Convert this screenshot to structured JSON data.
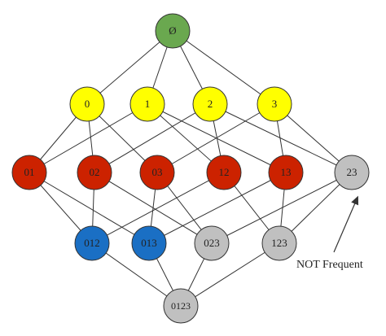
{
  "diagram": {
    "nodes": [
      {
        "id": "empty",
        "label": "Ø",
        "color": "#6aa84f"
      },
      {
        "id": "0",
        "label": "0",
        "color": "#ffff00"
      },
      {
        "id": "1",
        "label": "1",
        "color": "#ffff00"
      },
      {
        "id": "2",
        "label": "2",
        "color": "#ffff00"
      },
      {
        "id": "3",
        "label": "3",
        "color": "#ffff00"
      },
      {
        "id": "01",
        "label": "01",
        "color": "#cc2200"
      },
      {
        "id": "02",
        "label": "02",
        "color": "#cc2200"
      },
      {
        "id": "03",
        "label": "03",
        "color": "#cc2200"
      },
      {
        "id": "12",
        "label": "12",
        "color": "#cc2200"
      },
      {
        "id": "13",
        "label": "13",
        "color": "#cc2200"
      },
      {
        "id": "23",
        "label": "23",
        "color": "#c0c0c0"
      },
      {
        "id": "012",
        "label": "012",
        "color": "#1a6fc4"
      },
      {
        "id": "013",
        "label": "013",
        "color": "#1a6fc4"
      },
      {
        "id": "023",
        "label": "023",
        "color": "#c0c0c0"
      },
      {
        "id": "123",
        "label": "123",
        "color": "#c0c0c0"
      },
      {
        "id": "0123",
        "label": "0123",
        "color": "#c0c0c0"
      }
    ],
    "edges": [
      [
        "empty",
        "0"
      ],
      [
        "empty",
        "1"
      ],
      [
        "empty",
        "2"
      ],
      [
        "empty",
        "3"
      ],
      [
        "0",
        "01"
      ],
      [
        "0",
        "02"
      ],
      [
        "0",
        "03"
      ],
      [
        "1",
        "01"
      ],
      [
        "1",
        "12"
      ],
      [
        "1",
        "13"
      ],
      [
        "2",
        "02"
      ],
      [
        "2",
        "12"
      ],
      [
        "2",
        "23"
      ],
      [
        "3",
        "03"
      ],
      [
        "3",
        "13"
      ],
      [
        "3",
        "23"
      ],
      [
        "01",
        "012"
      ],
      [
        "01",
        "013"
      ],
      [
        "02",
        "012"
      ],
      [
        "02",
        "023"
      ],
      [
        "03",
        "013"
      ],
      [
        "03",
        "023"
      ],
      [
        "12",
        "012"
      ],
      [
        "12",
        "123"
      ],
      [
        "13",
        "013"
      ],
      [
        "13",
        "123"
      ],
      [
        "23",
        "023"
      ],
      [
        "23",
        "123"
      ],
      [
        "012",
        "0123"
      ],
      [
        "013",
        "0123"
      ],
      [
        "023",
        "0123"
      ],
      [
        "123",
        "0123"
      ]
    ],
    "annotation": {
      "text": "NOT Frequent",
      "points_to": "23"
    },
    "colors": {
      "stroke": "#333333",
      "frequent_1": "#ffff00",
      "frequent_2": "#cc2200",
      "frequent_3": "#1a6fc4",
      "not_frequent": "#c0c0c0",
      "root": "#6aa84f"
    }
  }
}
